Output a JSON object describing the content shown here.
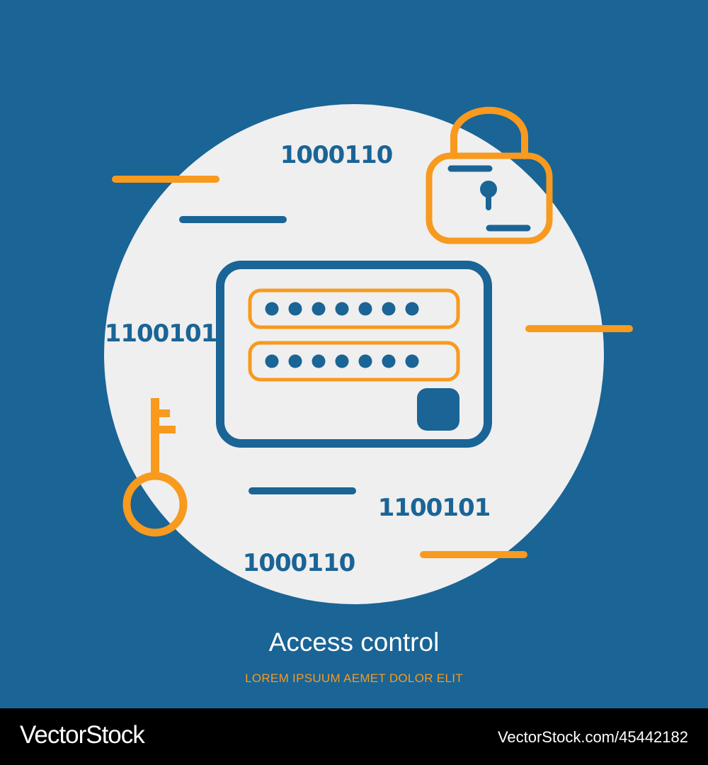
{
  "colors": {
    "background": "#1a6496",
    "circle": "#efefef",
    "accent": "#f79a1e",
    "primary": "#1a6496",
    "footer": "#000000",
    "footer_text": "#ffffff"
  },
  "illustration": {
    "binary_labels": [
      "1000110",
      "1100101",
      "1100101",
      "1000110"
    ],
    "password_fields": [
      {
        "masked_chars": 7
      },
      {
        "masked_chars": 7
      }
    ],
    "icons": [
      "padlock-icon",
      "key-icon",
      "login-form-icon"
    ]
  },
  "caption": {
    "title": "Access control",
    "subtitle": "LOREM IPSUUM AEMET DOLOR ELIT"
  },
  "footer": {
    "brand": "VectorStock",
    "image_id": "VectorStock.com/45442182"
  }
}
